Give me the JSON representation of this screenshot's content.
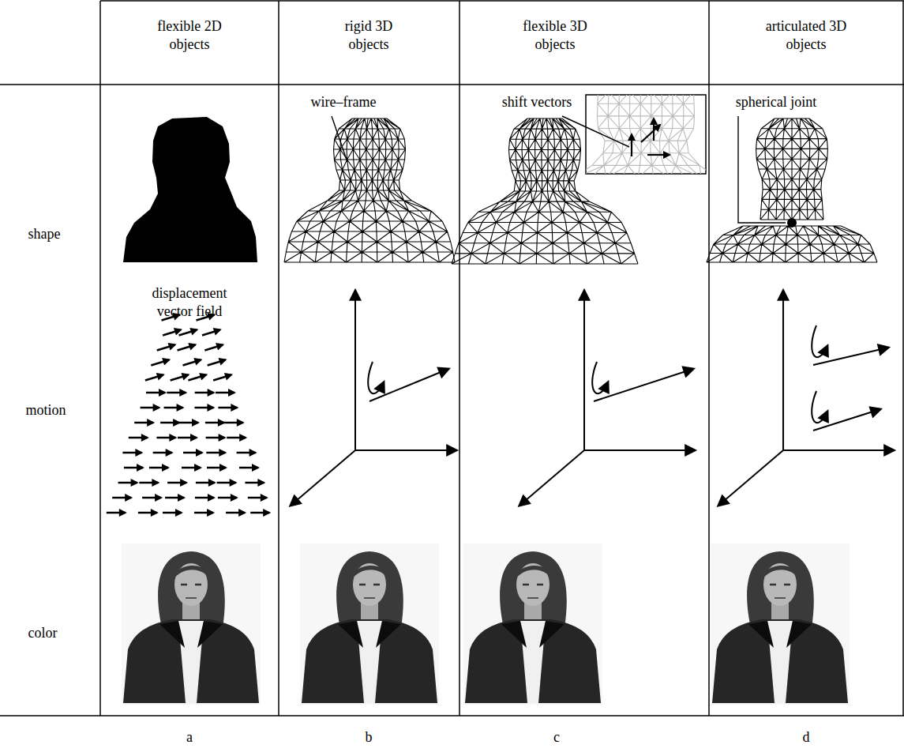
{
  "diagram": {
    "labels": [
      "flexible 2D objects",
      "rigid 3D objects",
      "flexible 3D objects",
      "articulated 3D objects",
      "shape",
      "wire–frame",
      "shift vectors",
      "spherical joint",
      "motion",
      "displacement vector field",
      "color",
      "a",
      "b",
      "c",
      "d"
    ]
  }
}
